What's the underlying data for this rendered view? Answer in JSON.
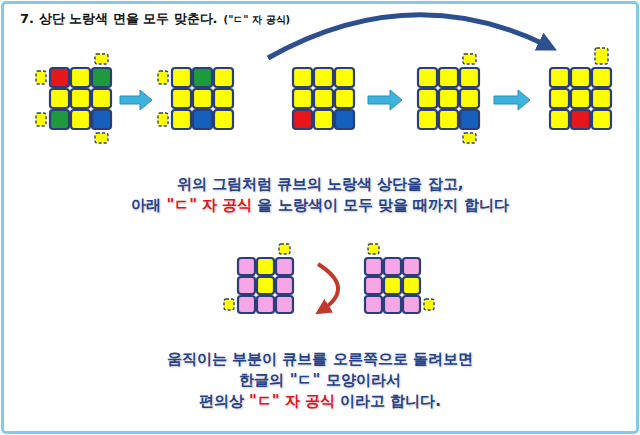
{
  "diagram": {
    "title": "7. 상단 노랑색 면을 모두 맞춘다.",
    "labels": [
      "(\"ㄷ\" 자 공식)",
      "위의 그림처럼 큐브의 노랑색 상단을 잡고,",
      "아래",
      "\"ㄷ\" 자 공식",
      "을 노랑색이 모두 맞을 때까지 합니다",
      "움직이는 부분이 큐브를 오른쪽으로 돌려보면",
      "한글의 \"ㄷ\" 모양이라서",
      "편의상",
      "\"ㄷ\" 자 공식",
      "이라고 합니다."
    ]
  }
}
